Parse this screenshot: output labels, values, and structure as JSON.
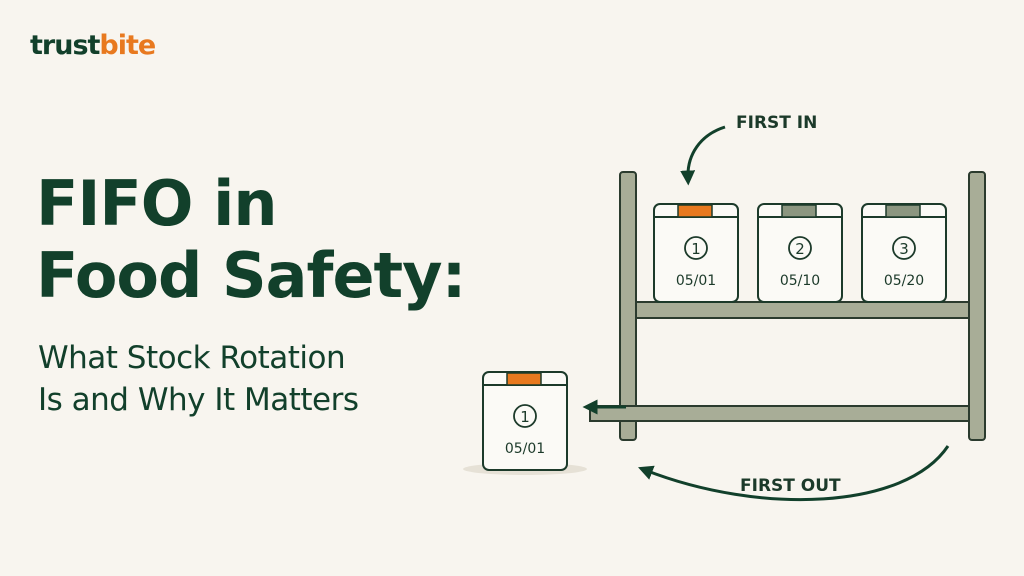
{
  "logo": {
    "part1": "trust",
    "part2": "bite"
  },
  "title": {
    "line1": "FIFO in",
    "line2": "Food Safety:"
  },
  "subtitle": {
    "line1": "What Stock Rotation",
    "line2": "Is and Why It Matters"
  },
  "labels": {
    "first_in": "FIRST IN",
    "first_out": "FIRST OUT"
  },
  "containers": [
    {
      "number": "1",
      "date": "05/01",
      "lid_color": "#e8791f"
    },
    {
      "number": "2",
      "date": "05/10",
      "lid_color": "#8c9680"
    },
    {
      "number": "3",
      "date": "05/20",
      "lid_color": "#8c9680"
    }
  ],
  "removed_container": {
    "number": "1",
    "date": "05/01",
    "lid_color": "#e8791f"
  },
  "colors": {
    "brand_dark": "#12402b",
    "brand_orange": "#e8791f",
    "shelf": "#a8ad97",
    "background": "#f8f5ef"
  }
}
